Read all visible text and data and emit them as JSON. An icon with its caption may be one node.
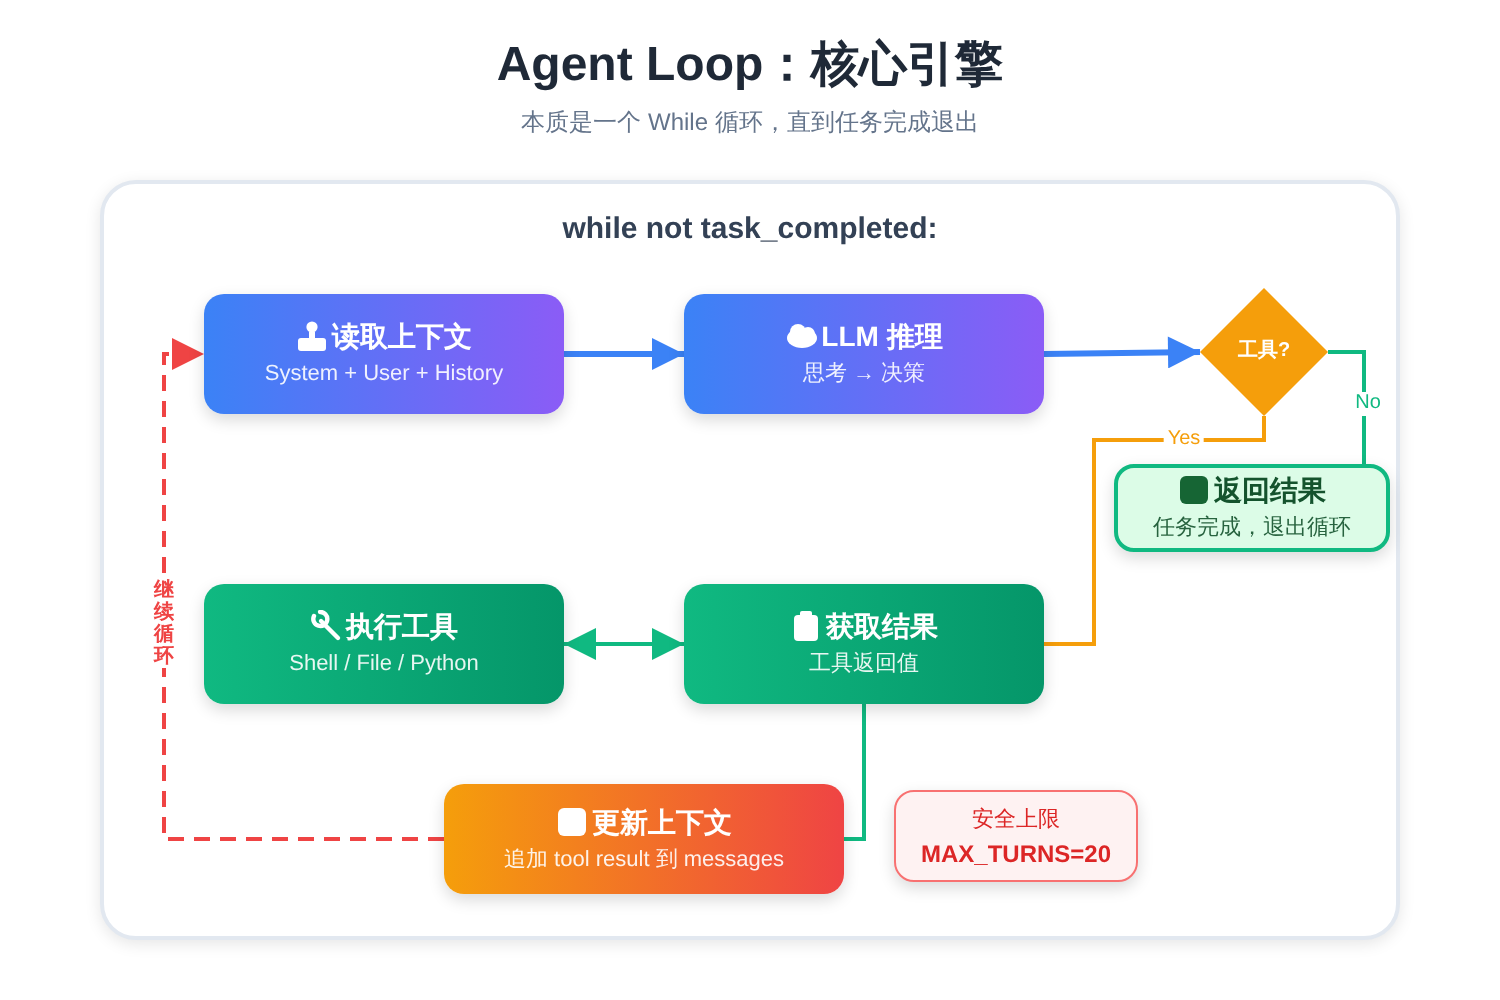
{
  "diagram": {
    "title": "Agent Loop：核心引擎",
    "caption": "本质是一个 While 循环，直到任务完成退出",
    "nodes": [
      {
        "text": [
          "while not task_completed:"
        ]
      },
      {
        "text": [
          "读取上下文",
          "System + User + History"
        ],
        "in": 0
      },
      {
        "text": [
          "LLM 推理",
          "思考 → 决策"
        ],
        "in": 0
      },
      {
        "text": [
          "工具?"
        ],
        "in": 0
      },
      {
        "text": [
          "返回结果",
          "任务完成，退出循环"
        ],
        "in": 0
      },
      {
        "text": [
          "执行工具",
          "Shell / File / Python"
        ],
        "in": 0
      },
      {
        "text": [
          "获取结果",
          "工具返回值"
        ],
        "in": 0
      },
      {
        "text": [
          "更新上下文",
          "追加 tool result 到 messages"
        ],
        "in": 0
      },
      {
        "text": [
          "安全上限",
          "MAX_TURNS=20"
        ],
        "in": 0
      }
    ],
    "edges": [
      {
        "from": 1,
        "to": 2,
        "arrow": "to",
        "color": "#3b82f6"
      },
      {
        "from": 2,
        "to": 3,
        "arrow": "to",
        "color": "#3b82f6"
      },
      {
        "from": 3,
        "to": 4,
        "arrow": "none",
        "label": "No",
        "color": "#10b981"
      },
      {
        "from": 3,
        "to": 6,
        "arrow": "none",
        "label": "Yes",
        "color": "#f59e0b"
      },
      {
        "from": 6,
        "to": 5,
        "arrow": "both",
        "color": "#10b981"
      },
      {
        "from": 6,
        "to": 7,
        "arrow": "none",
        "color": "#10b981"
      },
      {
        "from": 7,
        "to": 1,
        "arrow": "to",
        "label": "继续循环",
        "style": "dashed",
        "color": "#ef4444"
      }
    ]
  }
}
